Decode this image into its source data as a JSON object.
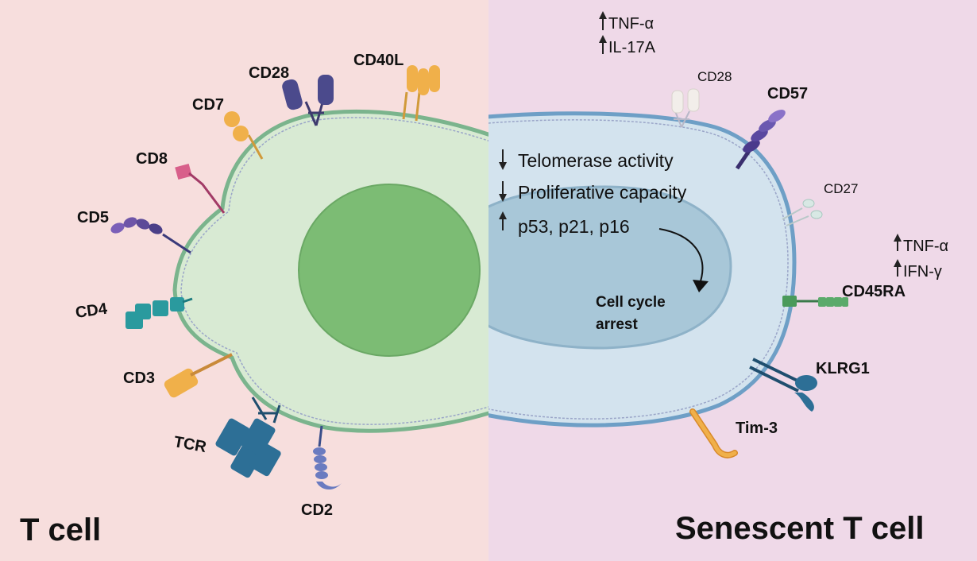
{
  "left_title": "T cell",
  "right_title": "Senescent T cell",
  "left_markers": {
    "cd28": "CD28",
    "cd40l": "CD40L",
    "cd7": "CD7",
    "cd8": "CD8",
    "cd5": "CD5",
    "cd4": "CD4",
    "cd3": "CD3",
    "tcr": "TCR",
    "cd2": "CD2"
  },
  "right_markers": {
    "cd28_faded": "CD28",
    "cd57": "CD57",
    "cd27_faded": "CD27",
    "cd45ra": "CD45RA",
    "klrg1": "KLRG1",
    "tim3": "Tim-3"
  },
  "top_cytokines": [
    "TNF-α",
    "IL-17A"
  ],
  "side_cytokines": [
    "TNF-α",
    "IFN-γ"
  ],
  "features": [
    {
      "direction": "down",
      "text": "Telomerase activity"
    },
    {
      "direction": "down",
      "text": "Proliferative capacity"
    },
    {
      "direction": "up",
      "text": "p53, p21, p16"
    }
  ],
  "outcome_line1": "Cell cycle",
  "outcome_line2": "arrest",
  "colors": {
    "left_bg": "#f7dedd",
    "right_bg": "#efd9e8",
    "left_cell": "#d8ead3",
    "left_nucleus": "#7cbc74",
    "right_cell": "#d3e3ee",
    "right_nucleus": "#a8c7d8"
  }
}
